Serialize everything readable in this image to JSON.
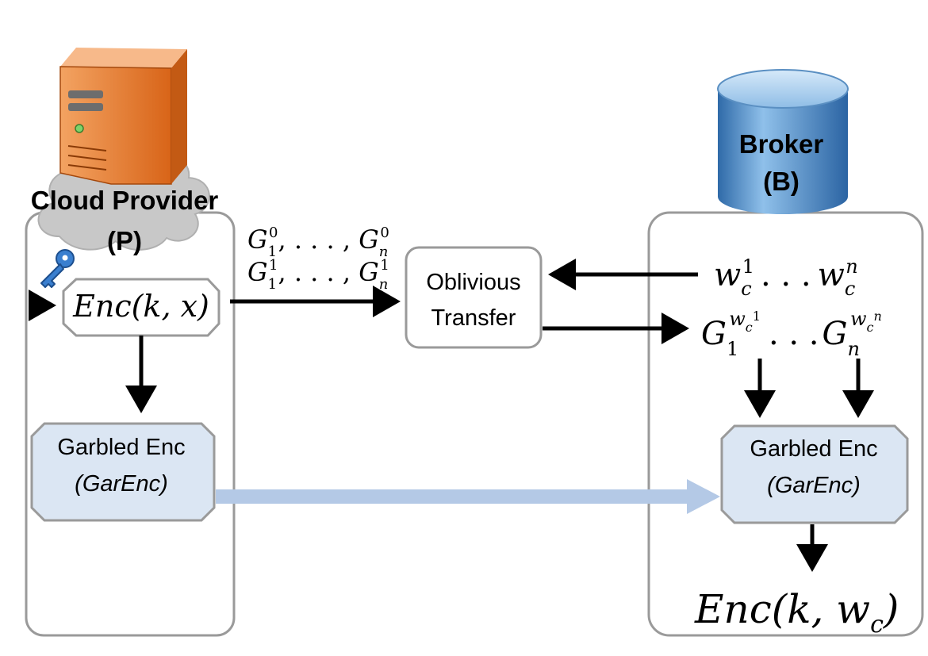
{
  "provider": {
    "title_line1": "Cloud Provider",
    "title_line2": "(P)",
    "enc_label": "Enc(k, x)",
    "garbled_line1": "Garbled Enc",
    "garbled_line2": "(GarEnc)",
    "labels_row0": {
      "base": "G",
      "sub_first": "1",
      "sup": "0",
      "dots": ", . . . , ",
      "sub_last": "n"
    },
    "labels_row1": {
      "base": "G",
      "sub_first": "1",
      "sup": "1",
      "dots": ", . . . , ",
      "sub_last": "n"
    }
  },
  "ot": {
    "line1": "Oblivious",
    "line2": "Transfer"
  },
  "broker": {
    "title_line1": "Broker",
    "title_line2": "(B)",
    "w_base": "w",
    "w_sub": "c",
    "w_sup_first": "1",
    "w_sup_last": "n",
    "dots": ". . .",
    "g_base": "G",
    "g_sub_first": "1",
    "g_sub_last": "n",
    "garbled_line1": "Garbled Enc",
    "garbled_line2": "(GarEnc)",
    "output_prefix": "Enc(k, w",
    "output_sub": "c",
    "output_suffix": ")"
  },
  "colors": {
    "panel_border": "#9a9a9a",
    "garbled_fill": "#dbe6f3",
    "flow_arrow": "#b4c9e6",
    "server_orange": "#e8772e",
    "broker_blue": "#4f8fc8",
    "key_blue": "#2f6fb8"
  },
  "icons": [
    "server-icon",
    "cloud-icon",
    "database-icon",
    "key-icon"
  ]
}
